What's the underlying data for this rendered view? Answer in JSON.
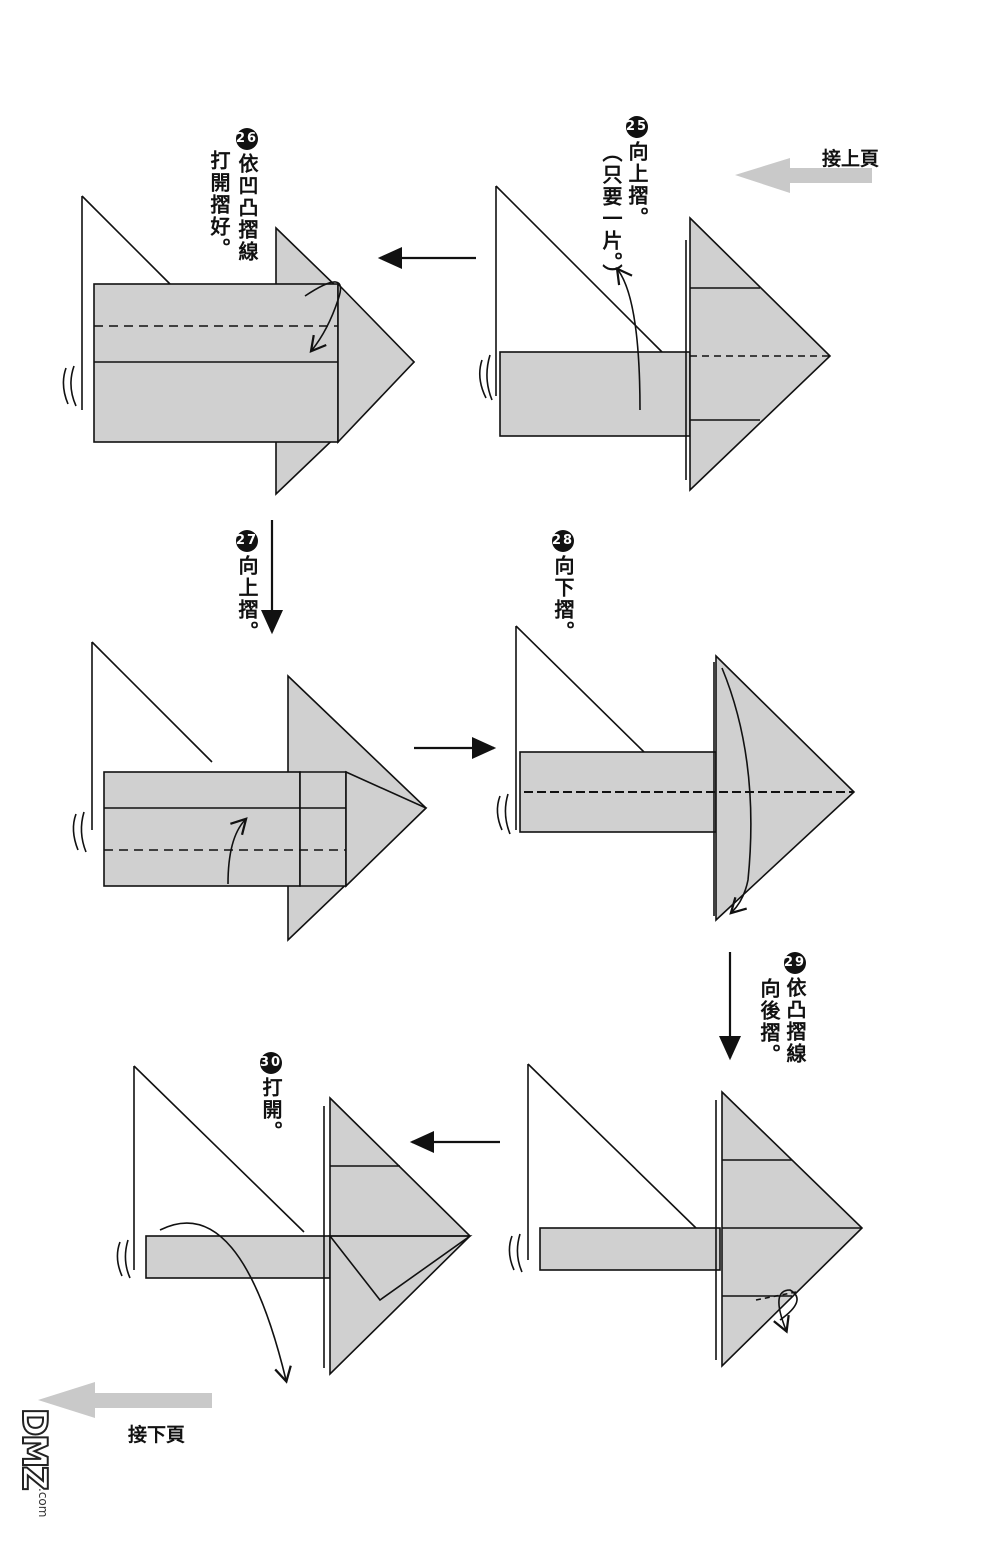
{
  "nav": {
    "prev_page": "接上頁",
    "next_page": "接下頁"
  },
  "steps": [
    {
      "num": "25",
      "text": "向上摺。",
      "note": "（只要一片。）"
    },
    {
      "num": "26",
      "text": "依凹凸摺線",
      "text2": "打開摺好。"
    },
    {
      "num": "27",
      "text": "向上摺。"
    },
    {
      "num": "28",
      "text": "向下摺。"
    },
    {
      "num": "29",
      "text": "依凸摺線",
      "text2": "向後摺。"
    },
    {
      "num": "30",
      "text": "打開。"
    }
  ],
  "watermark": {
    "logo": "DMZ",
    "domain": ".com"
  },
  "colors": {
    "paper": "#cfcfcf",
    "line": "#111111",
    "gray_arrow": "#c8c8c8"
  }
}
